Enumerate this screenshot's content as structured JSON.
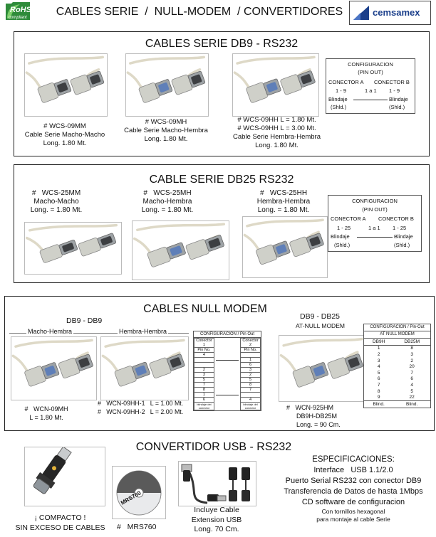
{
  "header": {
    "rohs_logo": "RoHS",
    "rohs_sub": "compliant",
    "title": "CABLES SERIE  /  NULL-MODEM  / CONVERTIDORES",
    "brand": "cemsamex"
  },
  "db9": {
    "title": "CABLES SERIE DB9 - RS232",
    "products": [
      {
        "code": "#  WCS-09MM",
        "line2": "Cable Serie Macho-Macho",
        "line3": "Long. 1.80 Mt."
      },
      {
        "code": "#  WCS-09MH",
        "line2": "Cable Serie Macho-Hembra",
        "line3": "Long. 1.80 Mt."
      }
    ],
    "product3": {
      "code1": "#  WCS-09HH  L = 1.80 Mt.",
      "code2": "#  WCS-09HH  L = 3.00 Mt.",
      "line3": "Cable Serie Hembra-Hembra",
      "line4": "Long. 1.80 Mt."
    },
    "config": {
      "title": "CONFIGURACION",
      "sub": "(PIN OUT)",
      "con_a": "CONECTOR A",
      "con_b": "CONECTOR B",
      "a_pins": "1 - 9",
      "mid": "1 a 1",
      "b_pins": "1 - 9",
      "blindaje": "Blindaje",
      "shld": "(Shld.)"
    }
  },
  "db25": {
    "title": "CABLE SERIE DB25 RS232",
    "products": [
      {
        "code": "#   WCS-25MM",
        "line2": "Macho-Macho",
        "line3": "Long. = 1.80 Mt."
      },
      {
        "code": "#   WCS-25MH",
        "line2": "Macho-Hembra",
        "line3": "Long. = 1.80 Mt."
      },
      {
        "code": "#   WCS-25HH",
        "line2": "Hembra-Hembra",
        "line3": "Long. = 1.80 Mt."
      }
    ],
    "config": {
      "title": "CONFIGURACION",
      "sub": "(PIN OUT)",
      "con_a": "CONECTOR A",
      "con_b": "CONECTOR B",
      "a_pins": "1 - 25",
      "mid": "1 a 1",
      "b_pins": "1 - 25",
      "blindaje": "Blindaje",
      "shld": "(Shld.)"
    }
  },
  "null_modem": {
    "title": "CABLES NULL MODEM",
    "db9_label": "DB9 - DB9",
    "mh_label": "Macho-Hembra",
    "hh_label": "Hembra-Hembra",
    "mh_code": "#   WCN-09MH",
    "mh_len": "L = 1.80 Mt.",
    "hh_code1": "#   WCN-09HH-1   L = 1.00 Mt.",
    "hh_code2": "#   WCN-09HH-2   L = 2.00 Mt.",
    "pinout1": {
      "title": "CONFIGURACION / Pin Out",
      "h1": "Conector 1",
      "h2": "Conector 2",
      "sub": "Pin No.",
      "rows": [
        [
          "4",
          ""
        ],
        [
          "",
          "1"
        ],
        [
          "",
          "6"
        ],
        [
          "2",
          "3"
        ],
        [
          "3",
          "2"
        ],
        [
          "5",
          "5"
        ],
        [
          "7",
          "8"
        ],
        [
          "8",
          "7"
        ],
        [
          "1",
          ""
        ],
        [
          "6",
          "4"
        ]
      ],
      "foot1": "blindaje del conector",
      "foot2": "blindaje del conector"
    },
    "db25_label": "DB9 - DB25",
    "db25_sub": "AT-NULL MODEM",
    "wcn_code": "#   WCN-925HM",
    "wcn_line2": "DB9H-DB25M",
    "wcn_line3": "Long. = 90 Cm.",
    "pinout2": {
      "title": "CONFIGURACION / Pin-Out",
      "sub": "AT NULL MODEM",
      "h1": "DB9H",
      "h2": "DB25M",
      "rows": [
        [
          "1",
          "8"
        ],
        [
          "2",
          "3"
        ],
        [
          "3",
          "2"
        ],
        [
          "4",
          "20"
        ],
        [
          "5",
          "7"
        ],
        [
          "6",
          "6"
        ],
        [
          "7",
          "4"
        ],
        [
          "8",
          "5"
        ],
        [
          "9",
          "22"
        ],
        [
          "Blind.",
          "Blind."
        ]
      ]
    }
  },
  "usb": {
    "title": "CONVERTIDOR USB - RS232",
    "compact1": "¡ COMPACTO !",
    "compact2": "SIN EXCESO DE CABLES",
    "code": "#   MRS760",
    "cd_text": "MRS760",
    "cable1": "Incluye Cable",
    "cable2": "Extension USB",
    "cable3": "Long. 70 Cm.",
    "specs_title": "ESPECIFICACIONES:",
    "specs": [
      "Interface   USB 1.1/2.0",
      "Puerto Serial RS232 con conector DB9",
      "Transferencia de Datos de hasta 1Mbps",
      "CD software de configuracion"
    ],
    "specs_small": [
      "Con tornillos hexagonal",
      "para montaje al cable Serie"
    ]
  },
  "colors": {
    "cable": "#ded9c7",
    "connector": "#cfd0c9",
    "metal": "#9ea3a6",
    "pins_blue": "#5f7fb8",
    "brand_blue": "#1b3f8b"
  }
}
